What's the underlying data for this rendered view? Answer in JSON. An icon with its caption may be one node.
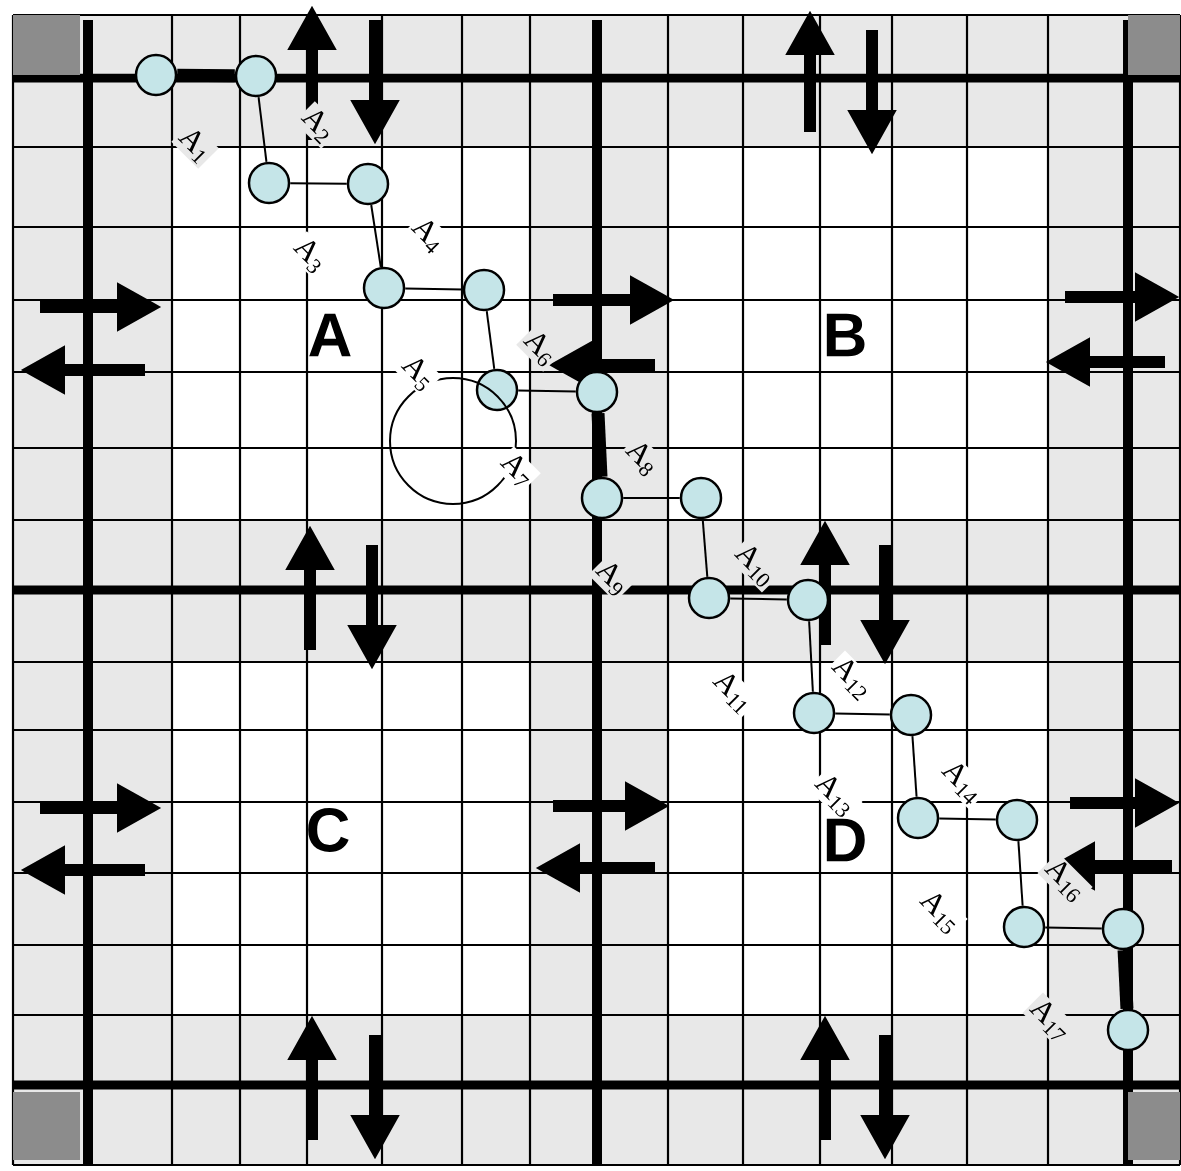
{
  "diagram": {
    "nodes": [
      {
        "text": [],
        "shape": "circle"
      },
      {
        "text": [],
        "shape": "circle"
      },
      {
        "text": [],
        "shape": "circle"
      },
      {
        "text": [],
        "shape": "circle"
      },
      {
        "text": [],
        "shape": "circle"
      },
      {
        "text": [],
        "shape": "circle"
      },
      {
        "text": [],
        "shape": "circle"
      },
      {
        "text": [],
        "shape": "circle"
      },
      {
        "text": [],
        "shape": "circle"
      },
      {
        "text": [],
        "shape": "circle"
      },
      {
        "text": [],
        "shape": "circle"
      },
      {
        "text": [],
        "shape": "circle"
      },
      {
        "text": [],
        "shape": "circle"
      },
      {
        "text": [],
        "shape": "circle"
      },
      {
        "text": [],
        "shape": "circle"
      },
      {
        "text": [],
        "shape": "circle"
      },
      {
        "text": [],
        "shape": "circle"
      },
      {
        "text": [],
        "shape": "circle"
      },
      {
        "text": [],
        "shape": "circle"
      },
      {
        "text": [],
        "shape": "circle"
      }
    ],
    "edges": [
      {
        "from": 0,
        "to": 1,
        "arrow": "none",
        "style": "thick"
      },
      {
        "from": 1,
        "to": 2,
        "arrow": "none"
      },
      {
        "from": 2,
        "to": 3,
        "arrow": "none"
      },
      {
        "from": 3,
        "to": 4,
        "arrow": "none"
      },
      {
        "from": 4,
        "to": 5,
        "arrow": "none"
      },
      {
        "from": 5,
        "to": 6,
        "arrow": "none"
      },
      {
        "from": 6,
        "to": 7,
        "arrow": "none"
      },
      {
        "from": 7,
        "to": 8,
        "arrow": "none",
        "style": "thick"
      },
      {
        "from": 8,
        "to": 9,
        "arrow": "none"
      },
      {
        "from": 9,
        "to": 10,
        "arrow": "none"
      },
      {
        "from": 10,
        "to": 11,
        "arrow": "none"
      },
      {
        "from": 11,
        "to": 12,
        "arrow": "none"
      },
      {
        "from": 12,
        "to": 13,
        "arrow": "none"
      },
      {
        "from": 13,
        "to": 14,
        "arrow": "none"
      },
      {
        "from": 14,
        "to": 15,
        "arrow": "none"
      },
      {
        "from": 15,
        "to": 16,
        "arrow": "none"
      },
      {
        "from": 16,
        "to": 17,
        "arrow": "none"
      },
      {
        "from": 17,
        "to": 18,
        "arrow": "none",
        "style": "thick"
      }
    ],
    "labels": [
      "A$_{1}$",
      "A$_{2}$",
      "A$_{3}$",
      "A$_{4}$",
      "A",
      "B",
      "A$_{5}$",
      "A$_{6}$",
      "A$_{7}$",
      "A$_{8}$",
      "A$_{9}$",
      "A$_{10}$",
      "A$_{11}$",
      "A$_{12}$",
      "A$_{13}$",
      "A$_{14}$",
      "C",
      "D",
      "A$_{15}$",
      "A$_{16}$",
      "A$_{17}$"
    ]
  }
}
